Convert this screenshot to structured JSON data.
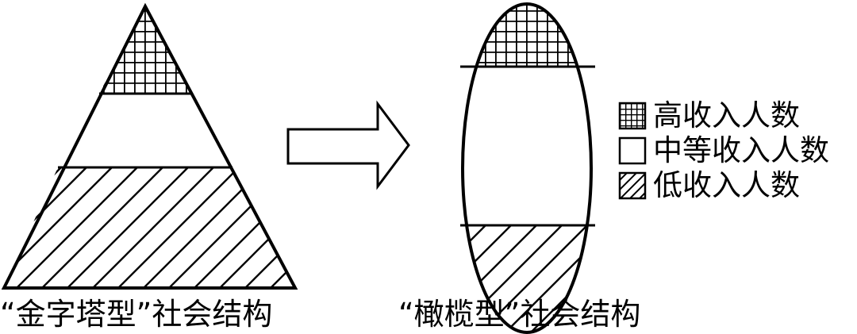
{
  "captions": {
    "pyramid": "“金字塔型”社会结构",
    "olive": "“橄榄型”社会结构"
  },
  "legend": {
    "high": "高收入人数",
    "middle": "中等收入人数",
    "low": "低收入人数"
  },
  "colors": {
    "stroke": "#000000",
    "fill": "#ffffff"
  }
}
